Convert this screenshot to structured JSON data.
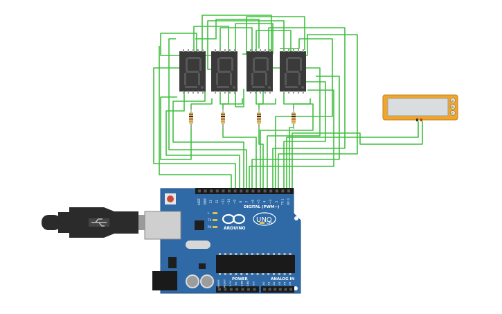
{
  "board": {
    "name": "ARDUINO",
    "model": "UNO",
    "digital_header_label": "DIGITAL (PWM~)",
    "power_label": "POWER",
    "analog_label": "ANALOG IN",
    "on_label": "ON",
    "led_labels": [
      "L",
      "TX",
      "RX"
    ],
    "digital_pins": [
      "AREF",
      "GND",
      "13",
      "12",
      "~11",
      "~10",
      "~9",
      "8",
      "7",
      "~6",
      "~5",
      "4",
      "~3",
      "2",
      "TX 1",
      "RX 0"
    ],
    "power_pins": [
      "IOREF",
      "RESET",
      "3.3V",
      "5V",
      "GND",
      "GND",
      "Vin"
    ],
    "analog_pins": [
      "A0",
      "A1",
      "A2",
      "A3",
      "A4",
      "A5"
    ]
  },
  "displays": {
    "count": 4,
    "digit": "8."
  },
  "resistors": {
    "count": 4
  },
  "sensor": {
    "buttons": [
      "a",
      "b",
      "c"
    ]
  },
  "colors": {
    "wire": "#3fbf3f",
    "board": "#2f6aa7",
    "board_edge": "#1f4f80",
    "display_body": "#3a3a3a",
    "segment_off": "#585858",
    "resistor_body": "#d9c07a",
    "sensor_frame": "#f0a62d",
    "usb_cable": "#2b2b2b"
  }
}
